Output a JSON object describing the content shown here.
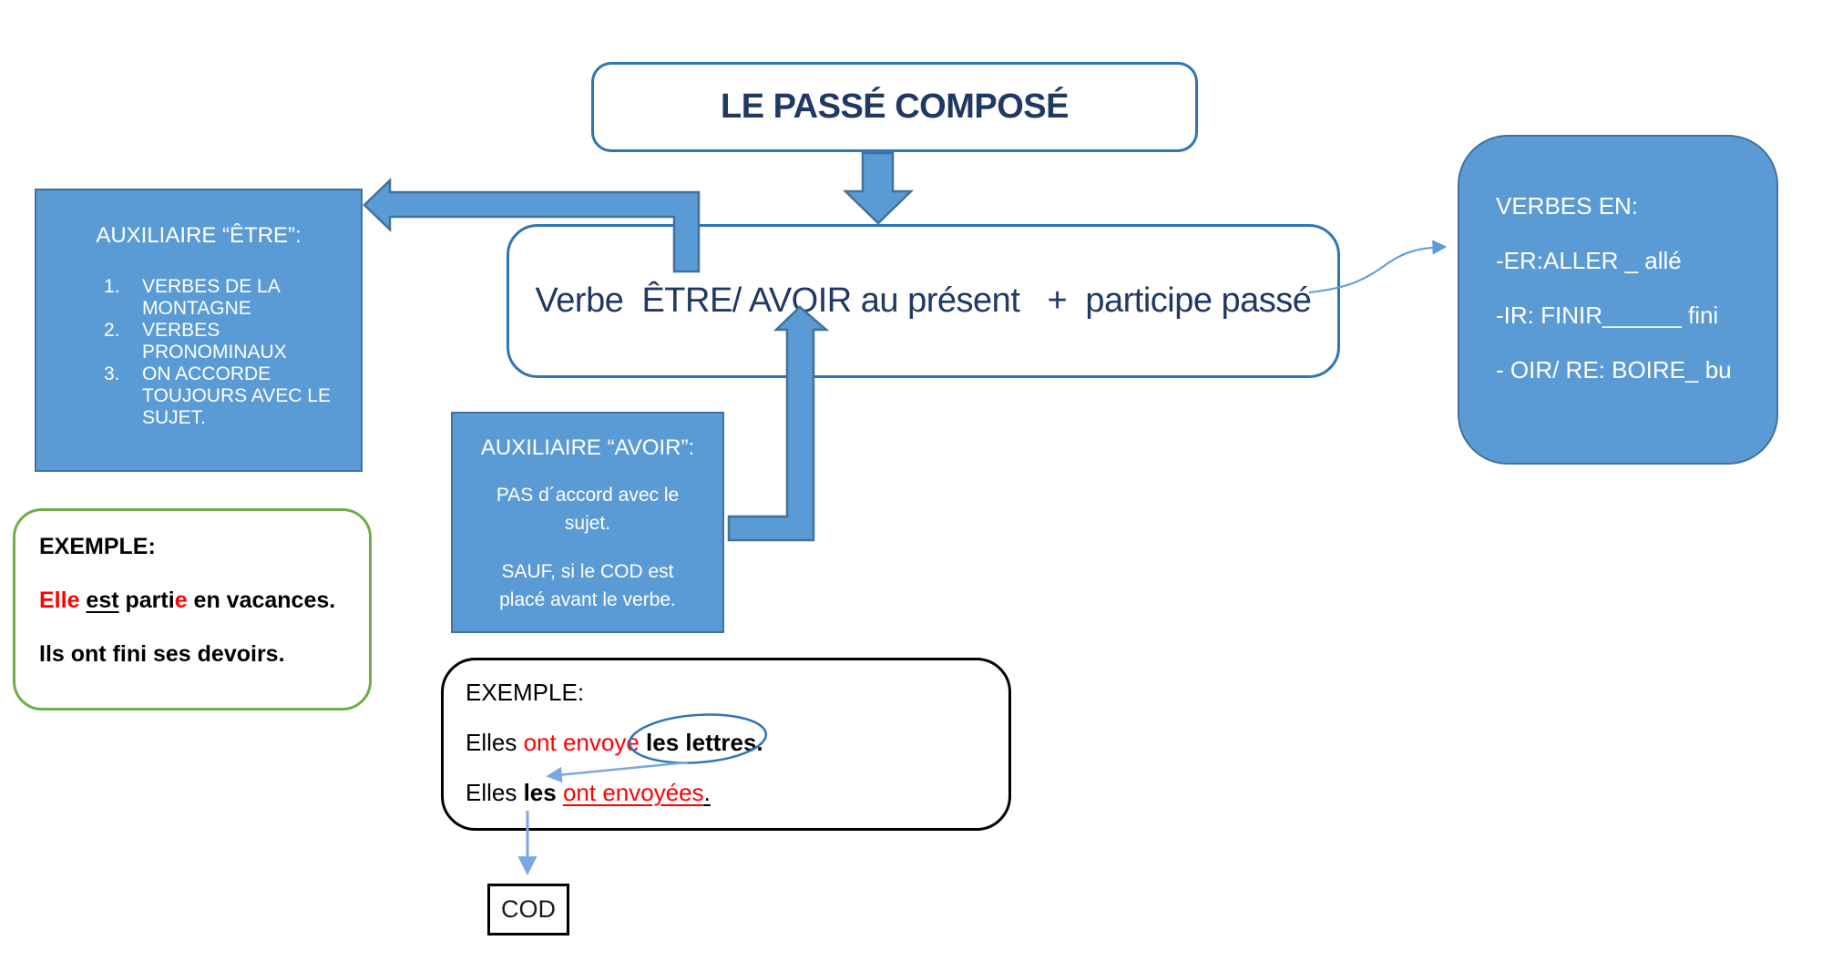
{
  "title": {
    "label": "LE PASSÉ COMPOSÉ"
  },
  "formula": {
    "label": "Verbe  ÊTRE/ AVOIR au présent   +  participe passé"
  },
  "aux_etre": {
    "title": "AUXILIAIRE “ÊTRE”:",
    "items": [
      {
        "num": "1.",
        "text": "VERBES DE LA MONTAGNE"
      },
      {
        "num": "2.",
        "text": "VERBES PRONOMINAUX"
      },
      {
        "num": "3.",
        "text": "ON ACCORDE TOUJOURS AVEC LE SUJET."
      }
    ]
  },
  "aux_avoir": {
    "title": "AUXILIAIRE “AVOIR”:",
    "p1": "PAS d´accord avec le sujet.",
    "p2": "SAUF, si le COD est placé avant le verbe."
  },
  "verbes_en": {
    "title": "VERBES EN:",
    "line_er": "-ER:ALLER _ allé",
    "line_ir": "-IR: FINIR______ fini",
    "line_oir": "- OIR/ RE: BOIRE_ bu"
  },
  "example_etre": {
    "heading": "EXEMPLE:",
    "line1": {
      "r0": "Elle ",
      "r1": "est",
      "r2": " parti",
      "r3": "e",
      "r4": " en vacances."
    },
    "line2": "Ils ont fini ses devoirs."
  },
  "example_avoir": {
    "heading": "EXEMPLE:",
    "line1": {
      "r0": "Elles ",
      "r1": "ont envoyé ",
      "r2": "les lettres."
    },
    "line2": {
      "r0": "Elles ",
      "r1": "les ",
      "r2": "ont envoyées",
      "r3": "."
    }
  },
  "cod": {
    "label": "COD"
  },
  "colors": {
    "blue_fill": "#5b9bd5",
    "blue_box_border": "#41719c",
    "outline_border": "#2e75b6",
    "navy_text": "#1f3864",
    "green_border": "#70ad47",
    "red_text": "#ff0000",
    "connector_light_blue": "#7ea6e0"
  }
}
